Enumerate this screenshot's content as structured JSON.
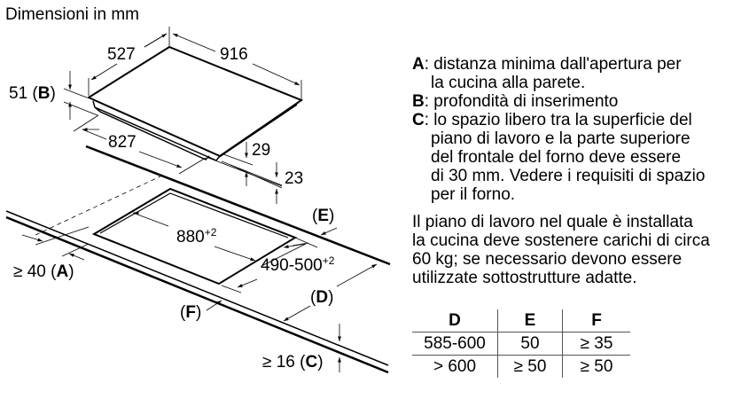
{
  "title": "Dimensioni in mm",
  "diagram": {
    "dim_width": "527",
    "dim_length": "916",
    "dim_depth_value": "51",
    "dim_depth_letter": "B",
    "dim_body_length": "827",
    "dim_29": "29",
    "dim_23": "23",
    "label_e": "E",
    "cutout_length": "880",
    "cutout_length_tol": "+2",
    "cutout_width": "490-500",
    "cutout_width_tol": "+2",
    "min_a_prefix": "≥ 40",
    "label_a": "A",
    "label_d": "D",
    "label_f": "F",
    "min_c_prefix": "≥ 16",
    "label_c": "C"
  },
  "legend": [
    {
      "key": "A",
      "lines": [
        ": distanza minima dall'apertura per",
        "la cucina alla parete."
      ]
    },
    {
      "key": "B",
      "lines": [
        ": profondità di inserimento"
      ]
    },
    {
      "key": "C",
      "lines": [
        ": lo spazio libero tra la superficie del",
        "piano di lavoro e la parte superiore",
        "del frontale del forno deve essere",
        "di 30 mm. Vedere i requisiti di spazio",
        "per il forno."
      ]
    }
  ],
  "note_lines": [
    "Il piano di lavoro nel quale è installata",
    "la cucina deve sostenere carichi di circa",
    "60 kg; se necessario devono essere",
    "utilizzate sottostrutture adatte."
  ],
  "table": {
    "headers": [
      "D",
      "E",
      "F"
    ],
    "rows": [
      [
        "585-600",
        "50",
        "≥ 35"
      ],
      [
        "> 600",
        "≥ 50",
        "≥ 50"
      ]
    ]
  }
}
